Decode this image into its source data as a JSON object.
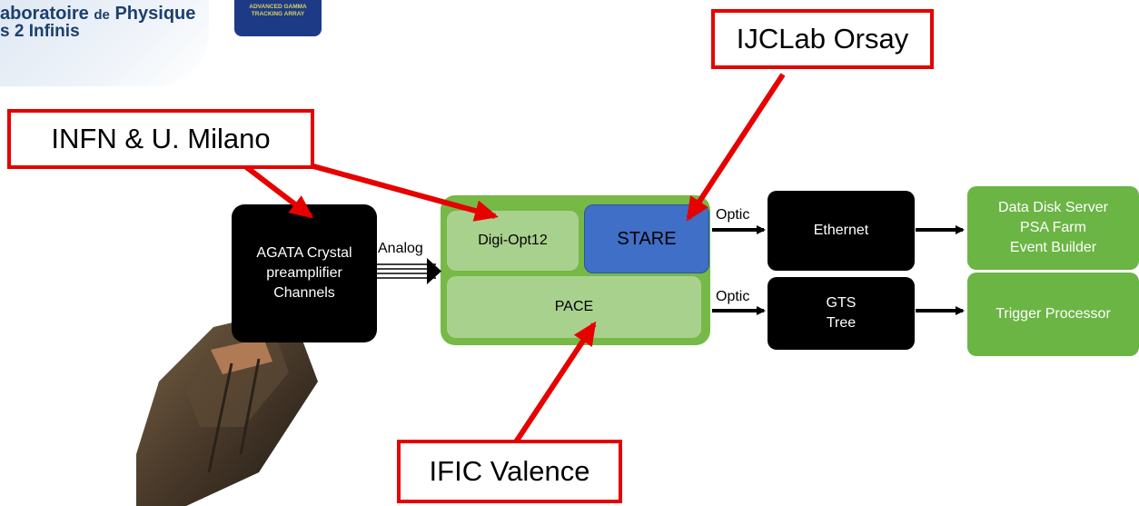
{
  "logos": {
    "lab_line1": "aboratoire",
    "lab_line1_small": "de",
    "lab_line1_end": "Physique",
    "lab_line2": "s 2 Infinis",
    "agata_line1": "ADVANCED GAMMA",
    "agata_line2": "TRACKING ARRAY"
  },
  "callouts": {
    "ijclab": "IJCLab Orsay",
    "infn": "INFN & U. Milano",
    "ific": "IFIC Valence"
  },
  "blocks": {
    "agata_crystal": [
      "AGATA Crystal",
      "preamplifier",
      "Channels"
    ],
    "digi_opt12": "Digi-Opt12",
    "stare": "STARE",
    "pace": "PACE",
    "ethernet": "Ethernet",
    "gts_tree": [
      "GTS",
      "Tree"
    ],
    "data_server": [
      "Data Disk Server",
      "PSA Farm",
      "Event Builder"
    ],
    "trigger_processor": "Trigger Processor"
  },
  "links": {
    "analog": "Analog",
    "optic_top": "Optic",
    "optic_bottom": "Optic"
  },
  "colors": {
    "callout_border": "#e60000",
    "board_green": "#76b947",
    "sub_green": "#a9d18e",
    "stare_blue": "#3f6fc6",
    "output_green": "#6bb544"
  }
}
